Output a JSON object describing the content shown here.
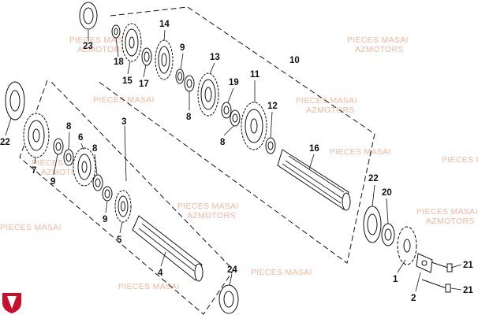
{
  "watermark": {
    "line1": "PIECES MASAI",
    "line2": "AZMOTORS"
  },
  "callouts": {
    "c1": "1",
    "c2": "2",
    "c3": "3",
    "c4": "4",
    "c5": "5",
    "c6": "6",
    "c7": "7",
    "c8a": "8",
    "c8b": "8",
    "c8c": "8",
    "c8d": "8",
    "c9a": "9",
    "c9b": "9",
    "c9c": "9",
    "c10": "10",
    "c11": "11",
    "c12": "12",
    "c13": "13",
    "c14": "14",
    "c15": "15",
    "c16": "16",
    "c17": "17",
    "c18": "18",
    "c19": "19",
    "c20": "20",
    "c21a": "21",
    "c21b": "21",
    "c22a": "22",
    "c22b": "22",
    "c23": "23",
    "c24": "24"
  },
  "colors": {
    "line": "#111111",
    "watermark": "#f2b8a0",
    "logo": "#c8102e"
  }
}
